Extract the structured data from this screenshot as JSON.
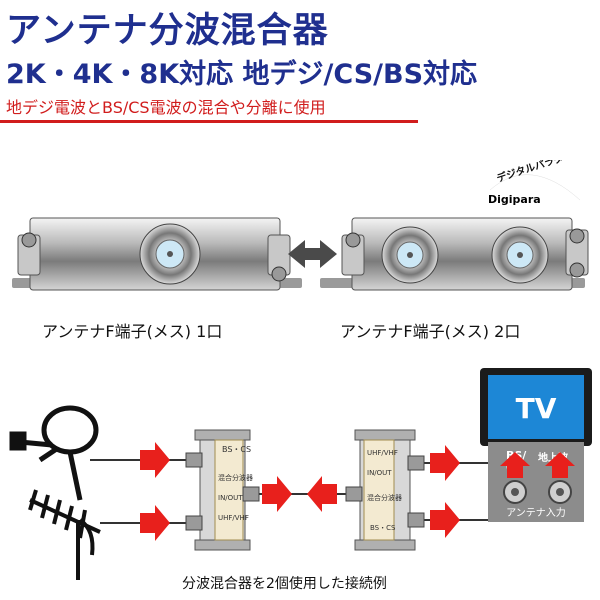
{
  "header": {
    "title": "アンテナ分波混合器",
    "subtitle": "2K・4K・8K対応 地デジ/CS/BS対応",
    "description": "地デジ電波とBS/CS電波の混合や分離に使用"
  },
  "products": {
    "left_caption": "アンテナF端子(メス) 1口",
    "right_caption": "アンテナF端子(メス) 2口"
  },
  "logo": {
    "brand": "Digipara",
    "ring_text": "デジタルパラダイス"
  },
  "diagram": {
    "tv_label": "TV",
    "bscs_label": "BS/\nCS",
    "terrestrial_label": "地上波",
    "antenna_input_label": "アンテナ入力",
    "device1_labels": [
      "BS・CS",
      "混合分波器",
      "IN/OUT",
      "UHF/VHF"
    ],
    "device2_labels": [
      "UHF/VHF",
      "IN/OUT",
      "混合分波器",
      "BS・CS"
    ],
    "caption": "分波混合器を2個使用した接続例"
  },
  "colors": {
    "title_blue": "#1f2f8f",
    "accent_red": "#d11d1d",
    "arrow_red": "#e8201c",
    "tv_frame": "#1b1b1b",
    "tv_screen": "#1d87d6"
  }
}
